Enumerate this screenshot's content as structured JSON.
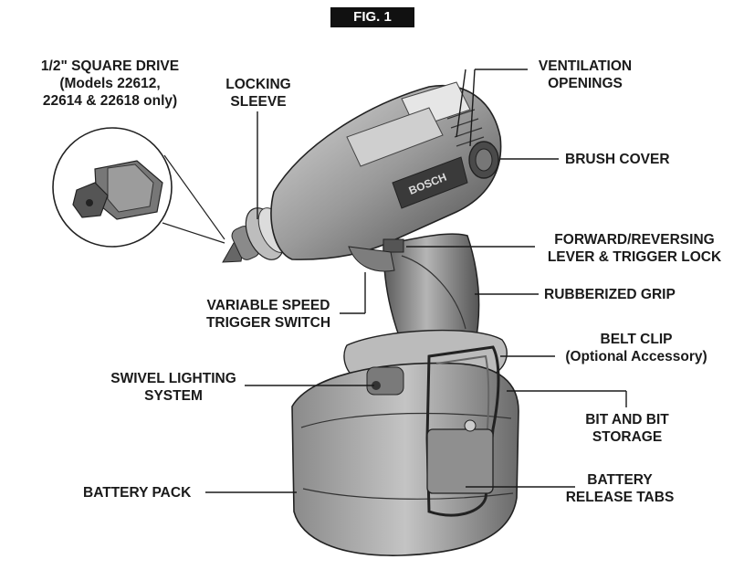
{
  "figure_title": "FIG. 1",
  "brand_mark": "BOSCH",
  "labels": {
    "square_drive": [
      "1/2\" SQUARE DRIVE",
      "(Models 22612,",
      "22614 & 22618 only)"
    ],
    "locking_sleeve": [
      "LOCKING",
      "SLEEVE"
    ],
    "ventilation": [
      "VENTILATION",
      "OPENINGS"
    ],
    "brush_cover": "BRUSH COVER",
    "forward_reversing": [
      "FORWARD/REVERSING",
      "LEVER & TRIGGER LOCK"
    ],
    "rubberized_grip": "RUBBERIZED GRIP",
    "variable_speed": [
      "VARIABLE SPEED",
      "TRIGGER SWITCH"
    ],
    "belt_clip": [
      "BELT CLIP",
      "(Optional Accessory)"
    ],
    "swivel_lighting": [
      "SWIVEL LIGHTING",
      "SYSTEM"
    ],
    "bit_storage": [
      "BIT AND BIT",
      "STORAGE"
    ],
    "battery_pack": "BATTERY PACK",
    "battery_release": [
      "BATTERY",
      "RELEASE TABS"
    ]
  }
}
